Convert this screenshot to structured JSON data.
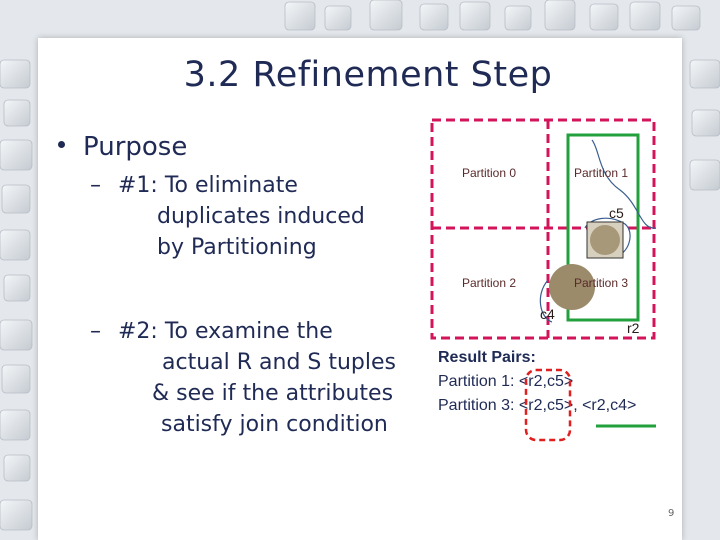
{
  "slide": {
    "title": "3.2 Refinement Step",
    "bullet": "Purpose",
    "item1": {
      "num": "#1:",
      "line1": "To eliminate",
      "line2": "duplicates induced",
      "line3": "by Partitioning"
    },
    "item2": {
      "num": "#2:",
      "line1": "To examine the",
      "line2": "actual R and S tuples",
      "line3": "& see if the attributes",
      "line4": "satisfy join condition"
    },
    "diagram": {
      "partition0": "Partition 0",
      "partition1": "Partition 1",
      "partition2": "Partition 2",
      "partition3": "Partition 3",
      "c5": "c5",
      "c4": "c4",
      "r2": "r2"
    },
    "results": {
      "heading": "Result Pairs:",
      "line1": "Partition 1: <r2,c5>",
      "line2_a": "Partition 3: <r2,c5>",
      "line2_b": ", <r2,c4>"
    },
    "page_number": "9"
  },
  "colors": {
    "title": "#1f2a55",
    "partition_border": "#d4145a",
    "green_box": "#22a03c",
    "circle": "#9b8b6a",
    "red_dashed": "#e02020"
  }
}
